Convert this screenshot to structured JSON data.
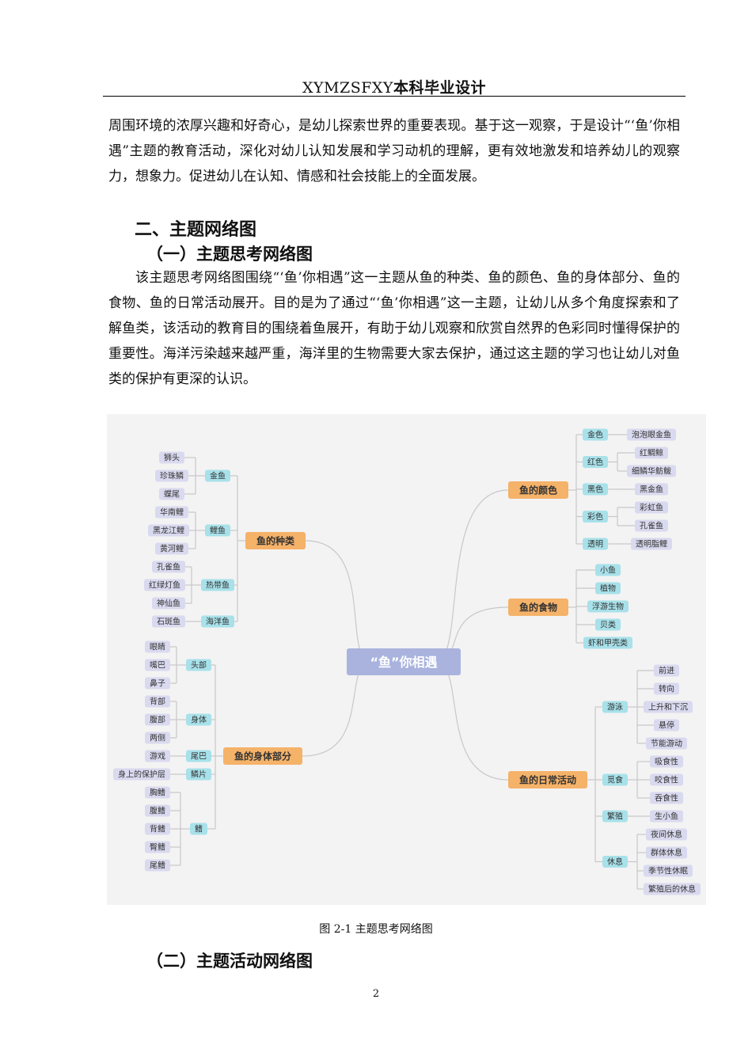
{
  "header": {
    "school": "XYMZSFXY",
    "title": "本科毕业设计"
  },
  "intro_paragraph": "周围环境的浓厚兴趣和好奇心，是幼儿探索世界的重要表现。基于这一观察，于是设计“‘鱼’你相遇”主题的教育活动，深化对幼儿认知发展和学习动机的理解，更有效地激发和培养幼儿的观察力，想象力。促进幼儿在认知、情感和社会技能上的全面发展。",
  "section_two_title": "二、主题网络图",
  "subsection_one_title": "（一）主题思考网络图",
  "body_paragraph": "该主题思考网络图围绕“‘鱼’你相遇”这一主题从鱼的种类、鱼的颜色、鱼的身体部分、鱼的食物、鱼的日常活动展开。目的是为了通过“‘鱼’你相遇”这一主题，让幼儿从多个角度探索和了解鱼类，该活动的教育目的围绕着鱼展开，有助于幼儿观察和欣赏自然界的色彩同时懂得保护的重要性。海洋污染越来越严重，海洋里的生物需要大家去保护，通过这主题的学习也让幼儿对鱼类的保护有更深的认识。",
  "mindmap": {
    "center": "“鱼”你相遇",
    "colors": {
      "center": "#a9b3de",
      "main": "#f5b269",
      "mid": "#a8e1ea",
      "leaf": "#d9d9ef",
      "line": "#c8c8c8"
    },
    "left": [
      {
        "label": "鱼的种类",
        "groups": [
          {
            "label": "金鱼",
            "leaves": [
              "狮头",
              "珍珠鳞",
              "蝶尾"
            ]
          },
          {
            "label": "鲤鱼",
            "leaves": [
              "华南鲤",
              "黑龙江鲤",
              "黄河鲤"
            ]
          },
          {
            "label": "热带鱼",
            "leaves": [
              "孔雀鱼",
              "红绿灯鱼",
              "神仙鱼"
            ]
          },
          {
            "label": "海洋鱼",
            "leaves": [
              "石斑鱼"
            ]
          }
        ]
      },
      {
        "label": "鱼的身体部分",
        "groups": [
          {
            "label": "头部",
            "leaves": [
              "眼睛",
              "嘴巴",
              "鼻子"
            ]
          },
          {
            "label": "身体",
            "leaves": [
              "背部",
              "腹部",
              "两侧"
            ]
          },
          {
            "label": "尾巴",
            "leaves": [
              "游戏"
            ]
          },
          {
            "label": "鳞片",
            "leaves": [
              "身上的保护层"
            ]
          },
          {
            "label": "鳍",
            "leaves": [
              "胸鳍",
              "腹鳍",
              "背鳍",
              "臀鳍",
              "尾鳍"
            ]
          }
        ]
      }
    ],
    "right": [
      {
        "label": "鱼的颜色",
        "groups": [
          {
            "label": "金色",
            "leaves": [
              "泡泡眼金鱼"
            ]
          },
          {
            "label": "红色",
            "leaves": [
              "红鲷鲸",
              "细鳞华鲂鲅"
            ]
          },
          {
            "label": "黑色",
            "leaves": [
              "黑金鱼"
            ]
          },
          {
            "label": "彩色",
            "leaves": [
              "彩虹鱼",
              "孔雀鱼"
            ]
          },
          {
            "label": "透明",
            "leaves": [
              "透明脂鲤"
            ]
          }
        ]
      },
      {
        "label": "鱼的食物",
        "groups": [
          {
            "label": "小鱼",
            "leaves": []
          },
          {
            "label": "植物",
            "leaves": []
          },
          {
            "label": "浮游生物",
            "leaves": []
          },
          {
            "label": "贝类",
            "leaves": []
          },
          {
            "label": "虾和甲壳类",
            "leaves": []
          }
        ]
      },
      {
        "label": "鱼的日常活动",
        "groups": [
          {
            "label": "游泳",
            "leaves": [
              "前进",
              "转向",
              "上升和下沉",
              "悬停",
              "节能游动"
            ]
          },
          {
            "label": "觅食",
            "leaves": [
              "吸食性",
              "咬食性",
              "吞食性"
            ]
          },
          {
            "label": "繁殖",
            "leaves": [
              "生小鱼"
            ]
          },
          {
            "label": "休息",
            "leaves": [
              "夜间休息",
              "群体休息",
              "季节性休眠",
              "繁殖后的休息"
            ]
          }
        ]
      }
    ]
  },
  "figure_caption": "图 2-1 主题思考网络图",
  "subsection_two_title": "（二）主题活动网络图",
  "page_number": "2"
}
